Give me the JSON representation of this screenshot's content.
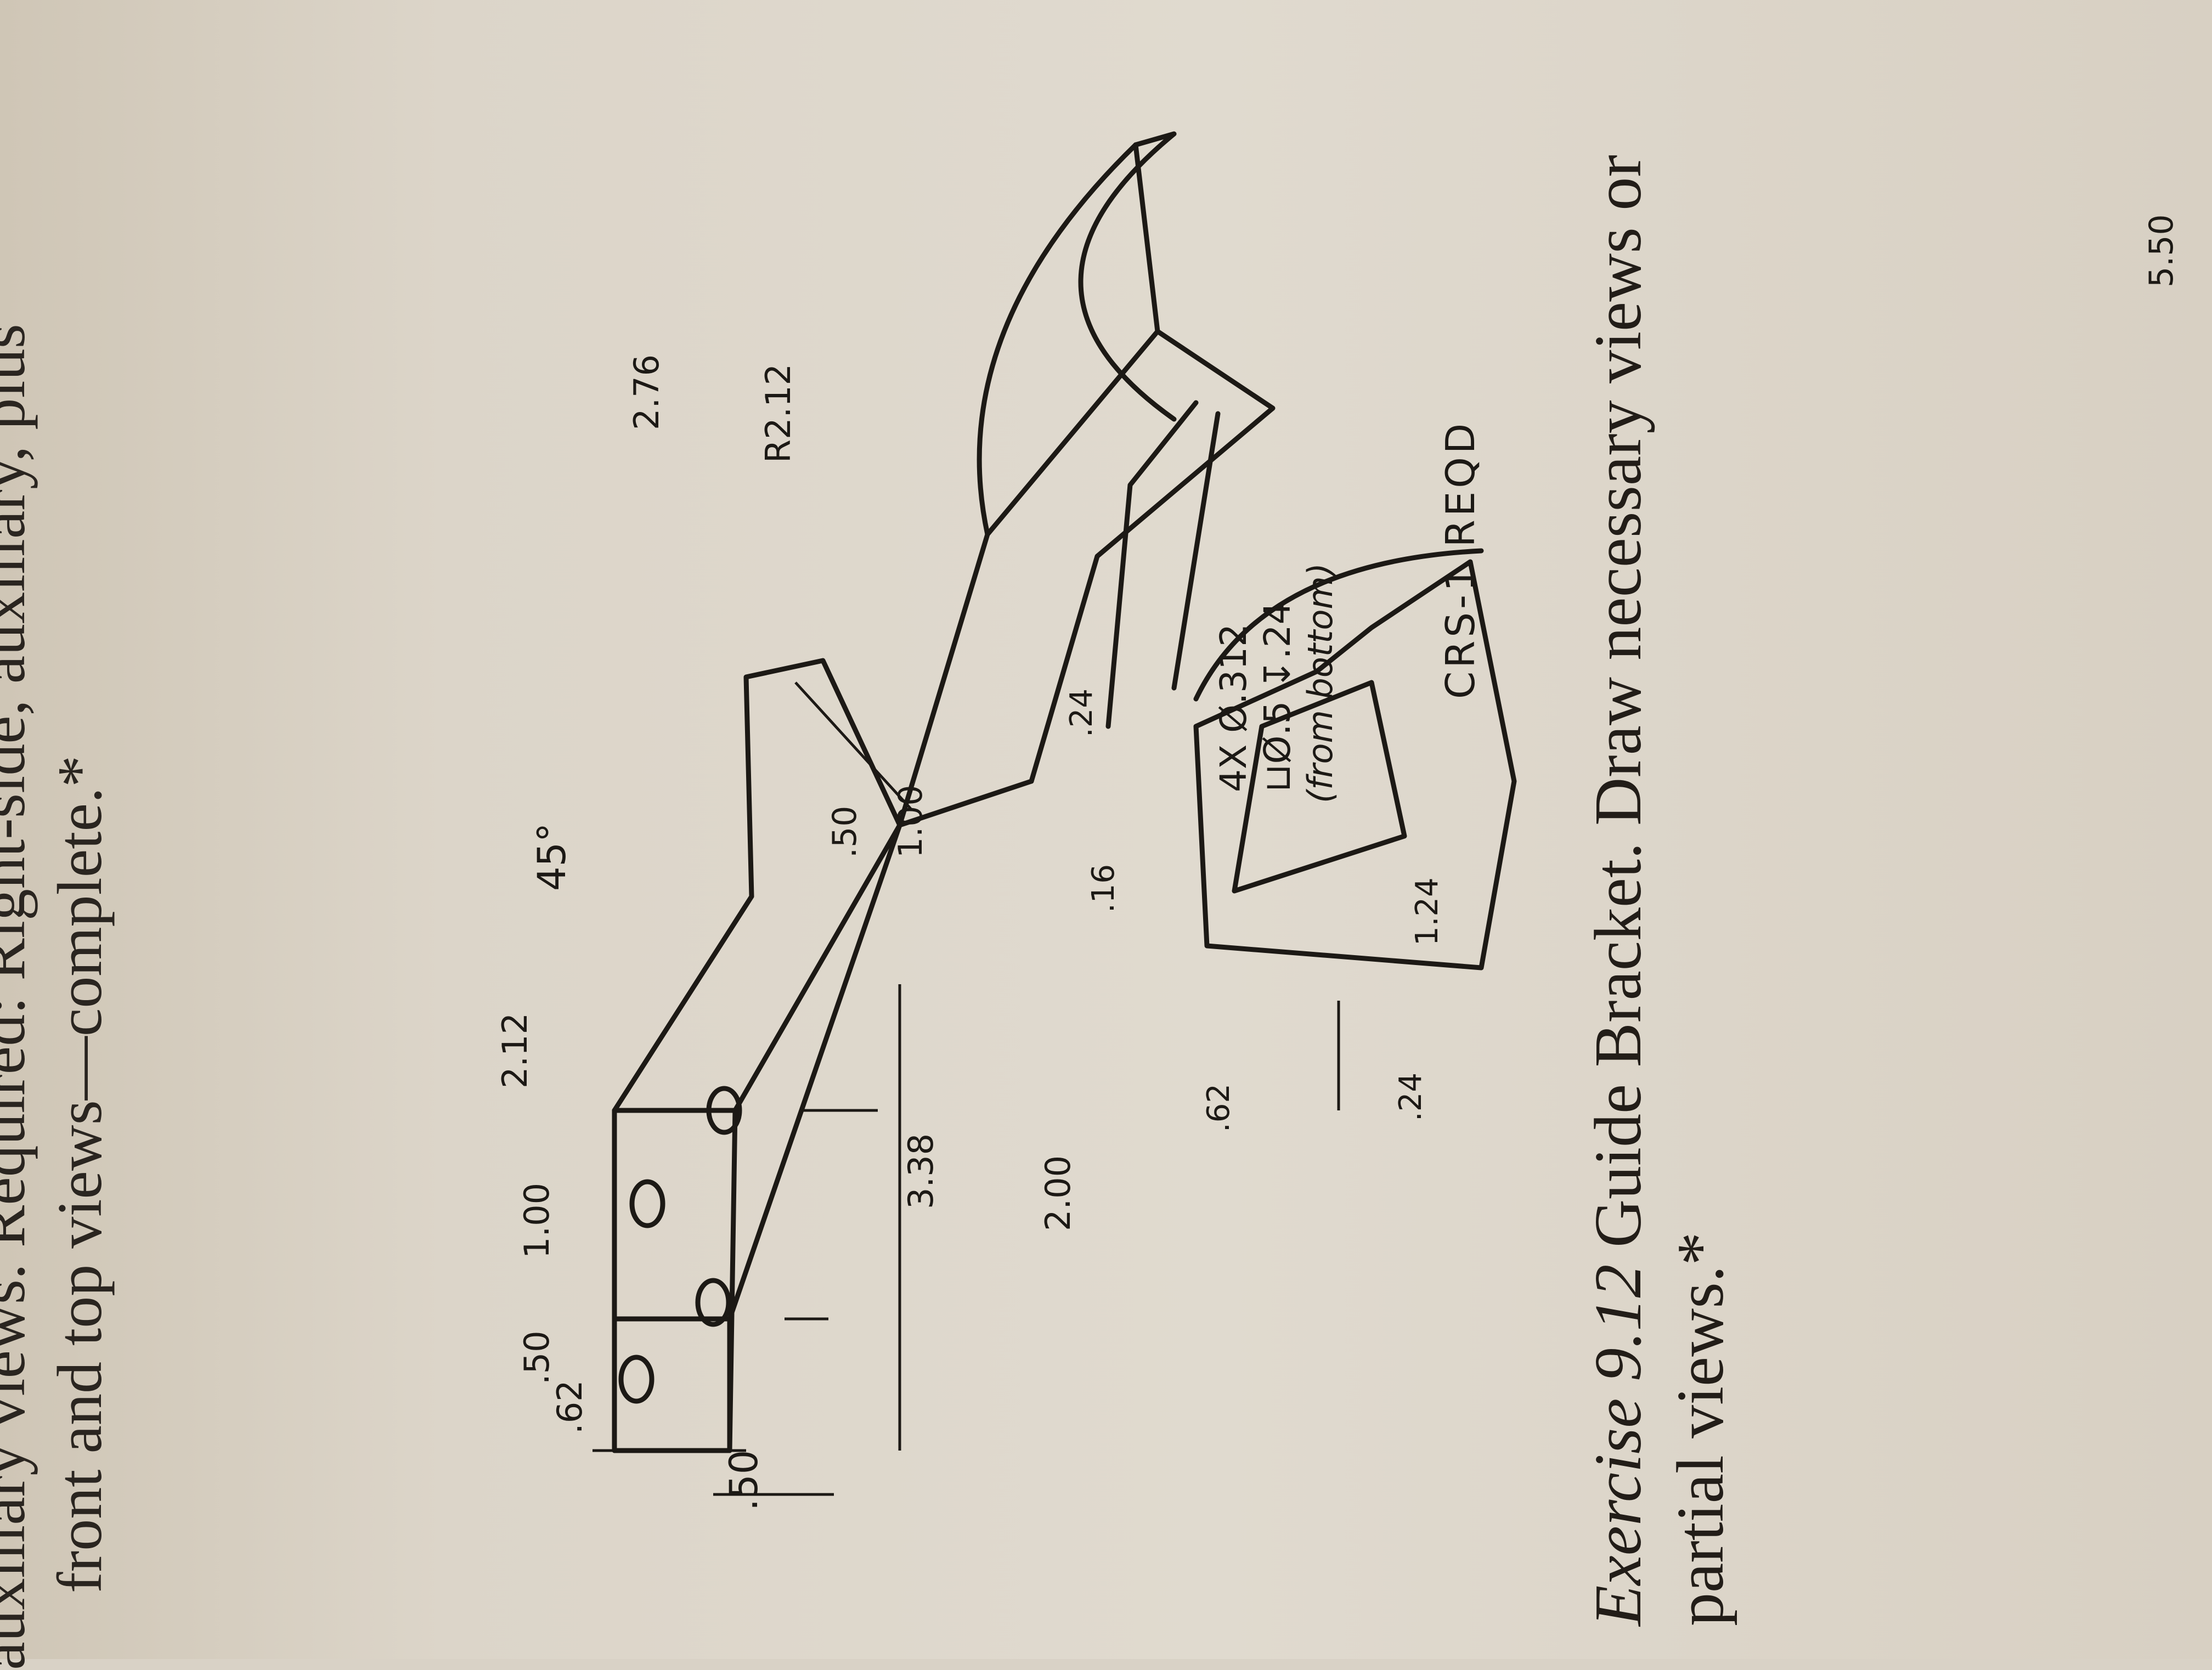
{
  "page": {
    "prev_line_1": "auxiliary views. Required: Right-side, auxiliary, plus",
    "prev_line_2": "front and top views—complete.*",
    "caption_number": "Exercise 9.12",
    "caption_title": "Guide Bracket. Draw necessary views or",
    "caption_line_2": "partial views.*"
  },
  "drawing": {
    "dims": {
      "d_50_bottom": ".50",
      "d_62": ".62",
      "d_50_small": ".50",
      "d_100_left": "1.00",
      "d_212": "2.12",
      "d_45": "45°",
      "d_338": "3.38",
      "d_276": "2.76",
      "d_r212": "R2.12",
      "d_50_slot": ".50",
      "d_100_slot": "1.00",
      "d_200": "2.00",
      "d_24_top": ".24",
      "d_16": ".16",
      "d_62_detail": ".62",
      "d_124": "1.24",
      "d_24_bottom": ".24",
      "d_550": "5.50"
    },
    "notes": {
      "hole_line_1": "4X Ø.312",
      "hole_line_2": "⊔Ø.5 ↧.24",
      "hole_line_3": "(from bottom)",
      "req": "CRS-1 REQD"
    }
  }
}
